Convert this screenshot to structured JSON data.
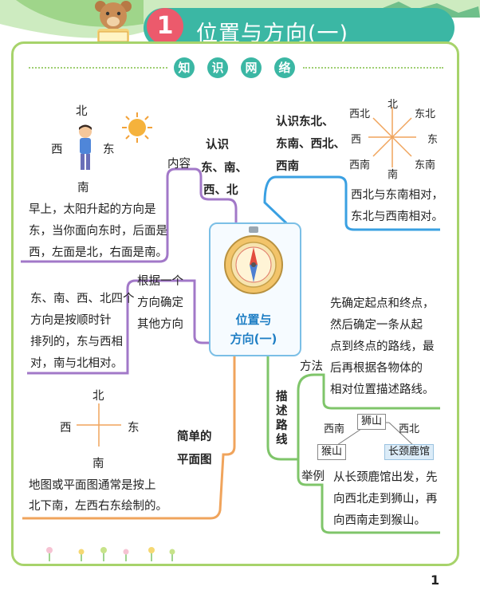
{
  "header": {
    "chapter_number": "1",
    "title": "位置与方向(一)"
  },
  "section_tag": [
    "知",
    "识",
    "网",
    "络"
  ],
  "center": {
    "line1": "位置与",
    "line2": "方向(一)"
  },
  "branch_content": {
    "label": "内容",
    "compass": {
      "n": "北",
      "w": "西",
      "e": "东",
      "s": "南"
    },
    "sub_label": [
      "认识",
      "东、南、",
      "西、北"
    ],
    "note": [
      "早上，太阳升起的方向是",
      "东，当你面向东时，后面是",
      "西，左面是北，右面是南。"
    ]
  },
  "branch_order": {
    "label": [
      "根据一个",
      "方向确定",
      "其他方向"
    ],
    "note": [
      "东、南、西、北四个",
      "方向是按顺时针",
      "排列的，东与西相",
      "对，南与北相对。"
    ]
  },
  "branch_map": {
    "compass": {
      "n": "北",
      "w": "西",
      "e": "东",
      "s": "南"
    },
    "label": [
      "简单的",
      "平面图"
    ],
    "note": [
      "地图或平面图通常是按上",
      "北下南，左西右东绘制的。"
    ]
  },
  "branch_eight": {
    "label": [
      "认识东北、",
      "东南、西北、",
      "西南"
    ],
    "compass": {
      "n": "北",
      "ne": "东北",
      "e": "东",
      "se": "东南",
      "s": "南",
      "sw": "西南",
      "w": "西",
      "nw": "西北"
    },
    "note": [
      "西北与东南相对，",
      "东北与西南相对。"
    ]
  },
  "branch_route": {
    "label": [
      "描",
      "述",
      "路",
      "线"
    ],
    "method_label": "方法",
    "method_note": [
      "先确定起点和终点，",
      "然后确定一条从起",
      "点到终点的路线，最",
      "后再根据各物体的",
      "相对位置描述路线。"
    ],
    "example_label": "举例",
    "example_places": {
      "lion": "狮山",
      "monkey": "猴山",
      "giraffe": "长颈鹿馆",
      "sw": "西南",
      "nw": "西北"
    },
    "example_note": [
      "从长颈鹿馆出发，先",
      "向西北走到狮山，再",
      "向西南走到猴山。"
    ]
  },
  "page_number": "1",
  "colors": {
    "teal": "#3bb7a4",
    "badge": "#ec5a6c",
    "frame": "#a7d36b",
    "purple": "#a278c8",
    "blue": "#3aa0e2",
    "orange": "#f0a45c",
    "green": "#7fc56a"
  }
}
